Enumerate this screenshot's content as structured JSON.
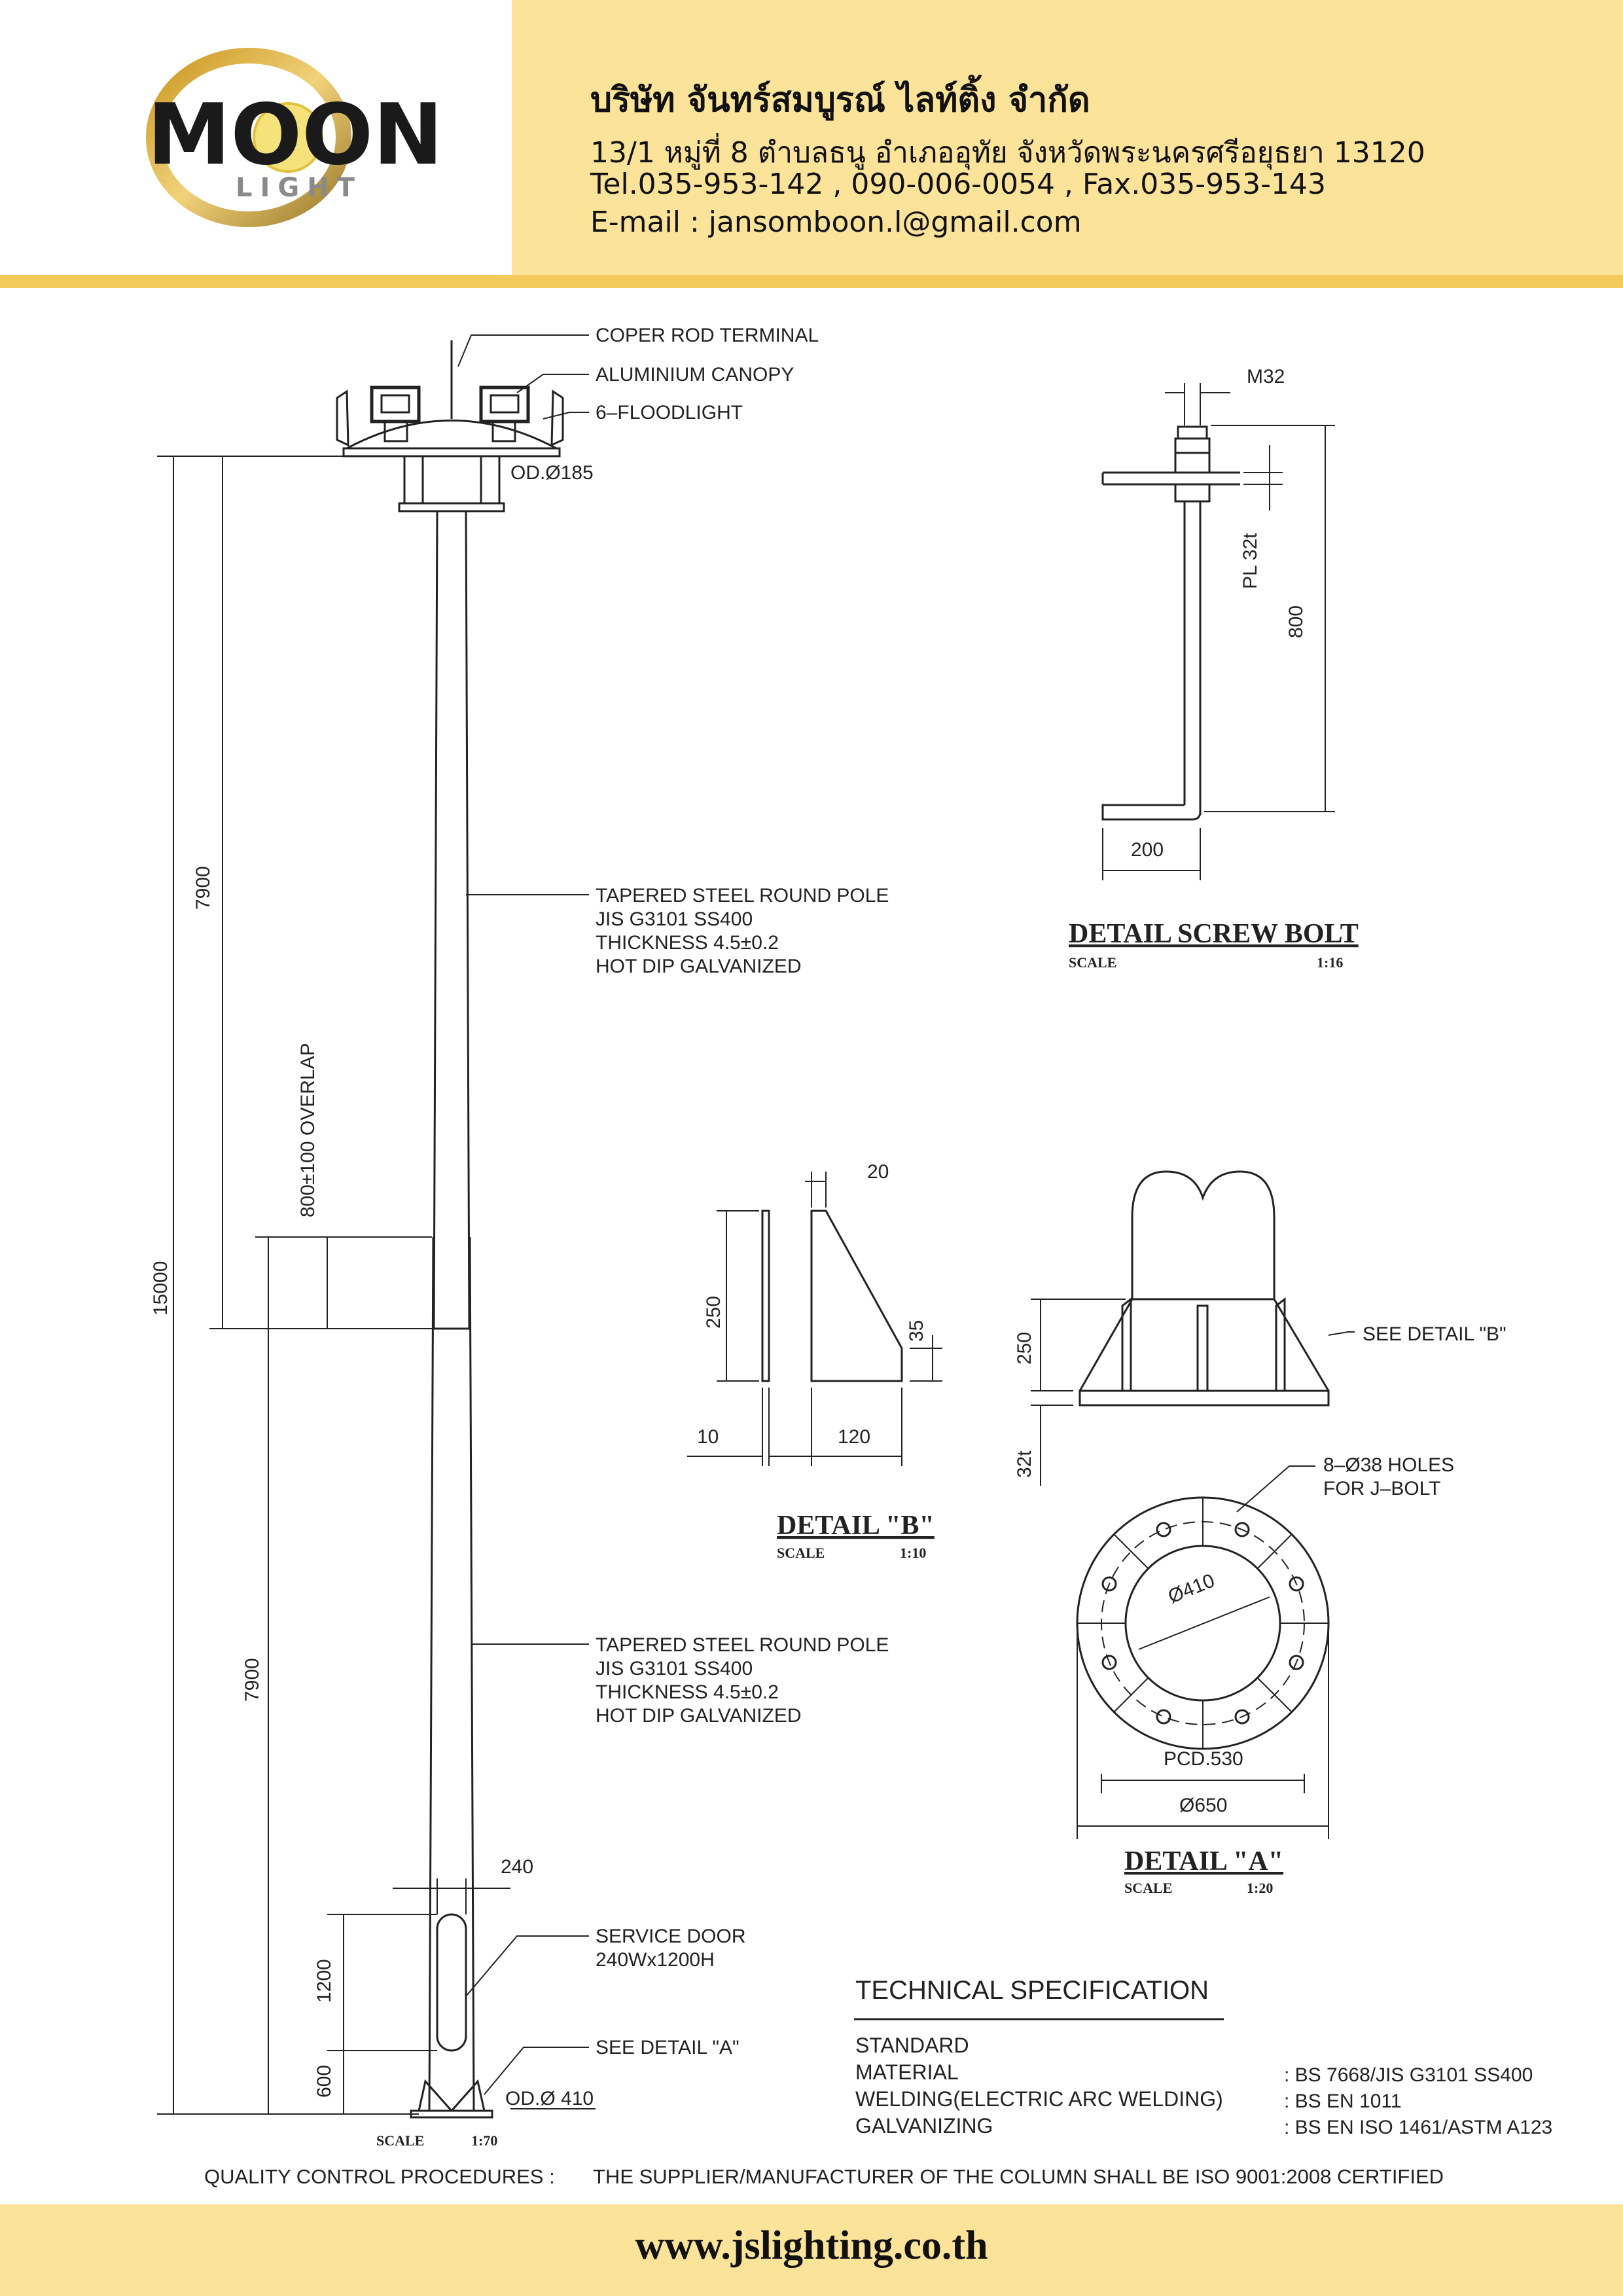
{
  "header": {
    "logo_text": "MOON",
    "logo_subtext": "LIGHT",
    "company_name": "บริษัท จันทร์สมบูรณ์ ไลท์ติ้ง จำกัด",
    "address": "13/1 หมู่ที่ 8 ตำบลธนู อำเภออุทัย จังหวัดพระนครศรีอยุธยา 13120",
    "phone": "Tel.035-953-142 , 090-006-0054 , Fax.035-953-143",
    "email": "E-mail : jansomboon.l@gmail.com"
  },
  "pole": {
    "label_rod": "COPER ROD TERMINAL",
    "label_canopy": "ALUMINIUM CANOPY",
    "label_flood": "6–FLOODLIGHT",
    "label_od_top": "OD.Ø185",
    "upper_spec": [
      "TAPERED STEEL ROUND POLE",
      "JIS G3101 SS400",
      "THICKNESS 4.5±0.2",
      "HOT DIP GALVANIZED"
    ],
    "lower_spec": [
      "TAPERED STEEL ROUND POLE",
      "JIS G3101 SS400",
      "THICKNESS 4.5±0.2",
      "HOT DIP GALVANIZED"
    ],
    "dim_total": "15000",
    "dim_upper": "7900",
    "dim_lower": "7900",
    "dim_overlap": "800±100 OVERLAP",
    "dim_door_width": "240",
    "dim_door": "1200",
    "dim_base": "600",
    "label_service_door": [
      "SERVICE DOOR",
      "240Wx1200H"
    ],
    "label_see_a": "SEE DETAIL \"A\"",
    "label_od_bottom": "OD.Ø 410",
    "scale_label": "SCALE",
    "scale_value": "1:70"
  },
  "screw_bolt": {
    "dim_m32": "M32",
    "dim_pl": "PL 32t",
    "dim_800": "800",
    "dim_200": "200",
    "title": "DETAIL SCREW BOLT",
    "scale_label": "SCALE",
    "scale_value": "1:16"
  },
  "detail_b": {
    "dim_20": "20",
    "dim_250": "250",
    "dim_35": "35",
    "dim_10": "10",
    "dim_120": "120",
    "title": "DETAIL \"B\"",
    "scale_label": "SCALE",
    "scale_value": "1:10"
  },
  "detail_a": {
    "label_see_b": "SEE DETAIL \"B\"",
    "dim_250": "250",
    "dim_32t": "32t",
    "label_holes": [
      "8–Ø38 HOLES",
      "FOR J–BOLT"
    ],
    "dim_410": "Ø410",
    "dim_pcd": "PCD.530",
    "dim_650": "Ø650",
    "title": "DETAIL \"A\"",
    "scale_label": "SCALE",
    "scale_value": "1:20"
  },
  "spec": {
    "title": "TECHNICAL SPECIFICATION",
    "rows": [
      {
        "label": "STANDARD",
        "value": ""
      },
      {
        "label": "MATERIAL",
        "value": ": BS 7668/JIS G3101 SS400"
      },
      {
        "label": "WELDING(ELECTRIC ARC WELDING)",
        "value": ": BS EN 1011"
      },
      {
        "label": "GALVANIZING",
        "value": ": BS EN ISO 1461/ASTM A123"
      }
    ]
  },
  "qc": {
    "label": "QUALITY CONTROL PROCEDURES  :",
    "text": "THE SUPPLIER/MANUFACTURER OF THE COLUMN SHALL BE ISO 9001:2008 CERTIFIED"
  },
  "footer": {
    "website": "www.jslighting.co.th"
  }
}
